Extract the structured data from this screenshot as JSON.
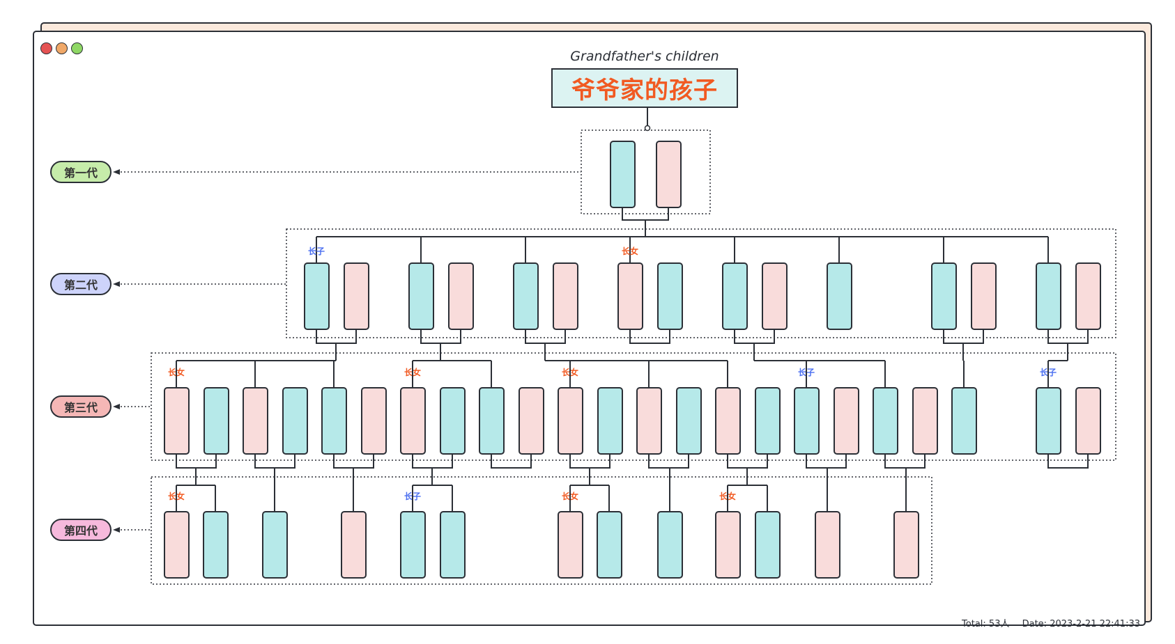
{
  "window": {
    "controls": [
      {
        "name": "close",
        "color": "#e55353"
      },
      {
        "name": "minimize",
        "color": "#f0a868"
      },
      {
        "name": "maximize",
        "color": "#8fd765"
      }
    ]
  },
  "header": {
    "subtitle": "Grandfather's children",
    "title": "爷爷家的孩子"
  },
  "colors": {
    "male": "#b6e9e9",
    "female": "#f9dcdb",
    "line": "#2b2f36",
    "eldest_son_tag": "#4a6ef0",
    "eldest_daughter_tag": "#f15a22"
  },
  "generations": [
    {
      "label": "第一代",
      "color": "#c6ecaa"
    },
    {
      "label": "第二代",
      "color": "#cdd3fa"
    },
    {
      "label": "第三代",
      "color": "#f5b7b6"
    },
    {
      "label": "第四代",
      "color": "#f6b9dc"
    }
  ],
  "tags": {
    "eldest_son": "长子",
    "eldest_daughter": "长女"
  },
  "tree": {
    "gen1": [
      {
        "sex": "M"
      },
      {
        "sex": "F"
      }
    ],
    "gen2": [
      {
        "sex": "M",
        "tag": "eldest_son",
        "spouse": "F"
      },
      {
        "sex": "M",
        "spouse": "F"
      },
      {
        "sex": "M",
        "spouse": "F"
      },
      {
        "sex": "F",
        "tag": "eldest_daughter",
        "spouse": "M"
      },
      {
        "sex": "M",
        "spouse": "F"
      },
      {
        "sex": "M"
      },
      {
        "sex": "M",
        "spouse": "F"
      },
      {
        "sex": "M",
        "spouse": "F"
      }
    ],
    "gen3": [
      {
        "sex": "F",
        "tag": "eldest_daughter",
        "spouse": "M",
        "parent": 0
      },
      {
        "sex": "F",
        "spouse": "M",
        "parent": 0
      },
      {
        "sex": "M",
        "spouse": "F",
        "parent": 0
      },
      {
        "sex": "F",
        "tag": "eldest_daughter",
        "spouse": "M",
        "parent": 1
      },
      {
        "sex": "M",
        "spouse": "F",
        "parent": 1
      },
      {
        "sex": "F",
        "tag": "eldest_daughter",
        "spouse": "M",
        "parent": 2
      },
      {
        "sex": "F",
        "spouse": "M",
        "parent": 2
      },
      {
        "sex": "F",
        "spouse": "M",
        "parent": 2
      },
      {
        "sex": "M",
        "tag": "eldest_son",
        "spouse": "F",
        "parent": 4
      },
      {
        "sex": "M",
        "spouse": "F",
        "parent": 4
      },
      {
        "sex": "M",
        "parent": 6
      },
      {
        "sex": "M",
        "tag": "eldest_son",
        "spouse": "F",
        "parent": 7
      }
    ],
    "gen4": [
      {
        "sex": "F",
        "tag": "eldest_daughter",
        "parent": 0
      },
      {
        "sex": "M",
        "parent": 0
      },
      {
        "sex": "M",
        "parent": 1
      },
      {
        "sex": "F",
        "parent": 2
      },
      {
        "sex": "M",
        "tag": "eldest_son",
        "parent": 3
      },
      {
        "sex": "M",
        "parent": 3
      },
      {
        "sex": "F",
        "tag": "eldest_daughter",
        "parent": 5
      },
      {
        "sex": "M",
        "parent": 5
      },
      {
        "sex": "M",
        "parent": 6
      },
      {
        "sex": "F",
        "tag": "eldest_daughter",
        "parent": 7
      },
      {
        "sex": "M",
        "parent": 7
      },
      {
        "sex": "F",
        "parent": 8
      },
      {
        "sex": "F",
        "parent": 9
      }
    ]
  },
  "footer": {
    "total": "Total: 53人",
    "date": "Date: 2023-2-21 22:41:33"
  }
}
